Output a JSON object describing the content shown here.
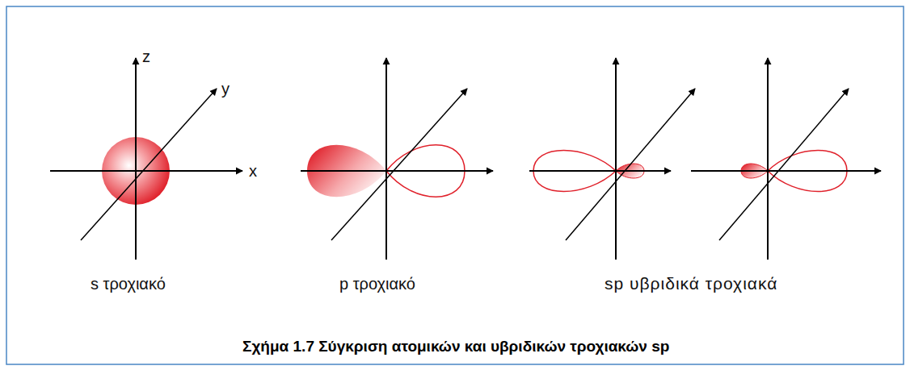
{
  "diagram": {
    "caption": "Σχήμα 1.7 Σύγκριση ατομικών και υβριδικών τροχιακών sp",
    "labels": [
      "z",
      "y",
      "x",
      "s τροχιακό",
      "p τροχιακό",
      "sp υβριδικά τροχιακά"
    ]
  }
}
